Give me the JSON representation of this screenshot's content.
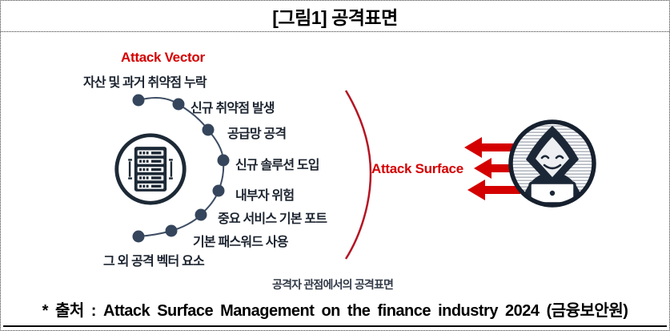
{
  "title": "[그림1] 공격표면",
  "diagram": {
    "attack_vector_label": "Attack Vector",
    "attack_surface_label": "Attack Surface",
    "vector_items": [
      "자산 및 과거 취약점 누락",
      "신규 취약점 발생",
      "공급망 공격",
      "신규 솔루션 도입",
      "내부자 위험",
      "중요 서비스 기본 포트",
      "기본 패스워드 사용",
      "그 외 공격 벡터 요소"
    ],
    "caption": "공격자 관점에서의 공격표면",
    "icons": {
      "left": "server-rack-icon",
      "right": "hacker-icon",
      "arrows": "red-arrow-left-icon"
    },
    "colors": {
      "accent_red": "#d40000",
      "curve_red": "#b51423",
      "dark_navy": "#1d2936",
      "node_navy": "#35455c",
      "text_dark": "#1c2430"
    }
  },
  "footer": {
    "source": "* 출처 : Attack Surface Management on the finance industry 2024 (금융보안원)"
  }
}
